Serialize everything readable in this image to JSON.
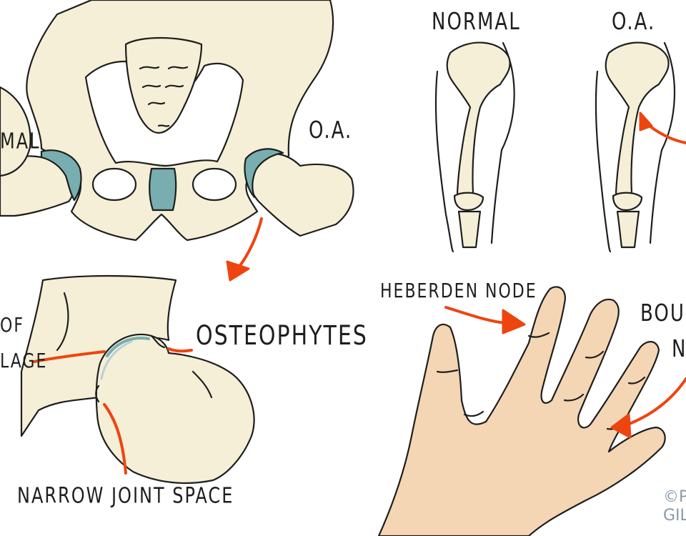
{
  "labels": {
    "hip_left_partial": "MAL",
    "hip_oa": "O.A.",
    "knee_normal": "NORMAL",
    "knee_oa": "O.A.",
    "loss_of_cartilage_line1": "OF",
    "loss_of_cartilage_line2": "LAGE",
    "osteophytes": "OSTEOPHYTES",
    "narrow_joint_space": "NARROW JOINT SPACE",
    "heberden_node": "HEBERDEN NODE",
    "bouchard_line1": "BOUC",
    "bouchard_line2": "N",
    "copyright_line1": "©P",
    "copyright_line2": "GIL"
  },
  "colors": {
    "bone": "#f4efd6",
    "cartilage": "#79aeb0",
    "skin": "#f4d6b4",
    "ink": "#1e1e1e",
    "arrow": "#ee4410",
    "joint_line": "#b8d0dc"
  }
}
